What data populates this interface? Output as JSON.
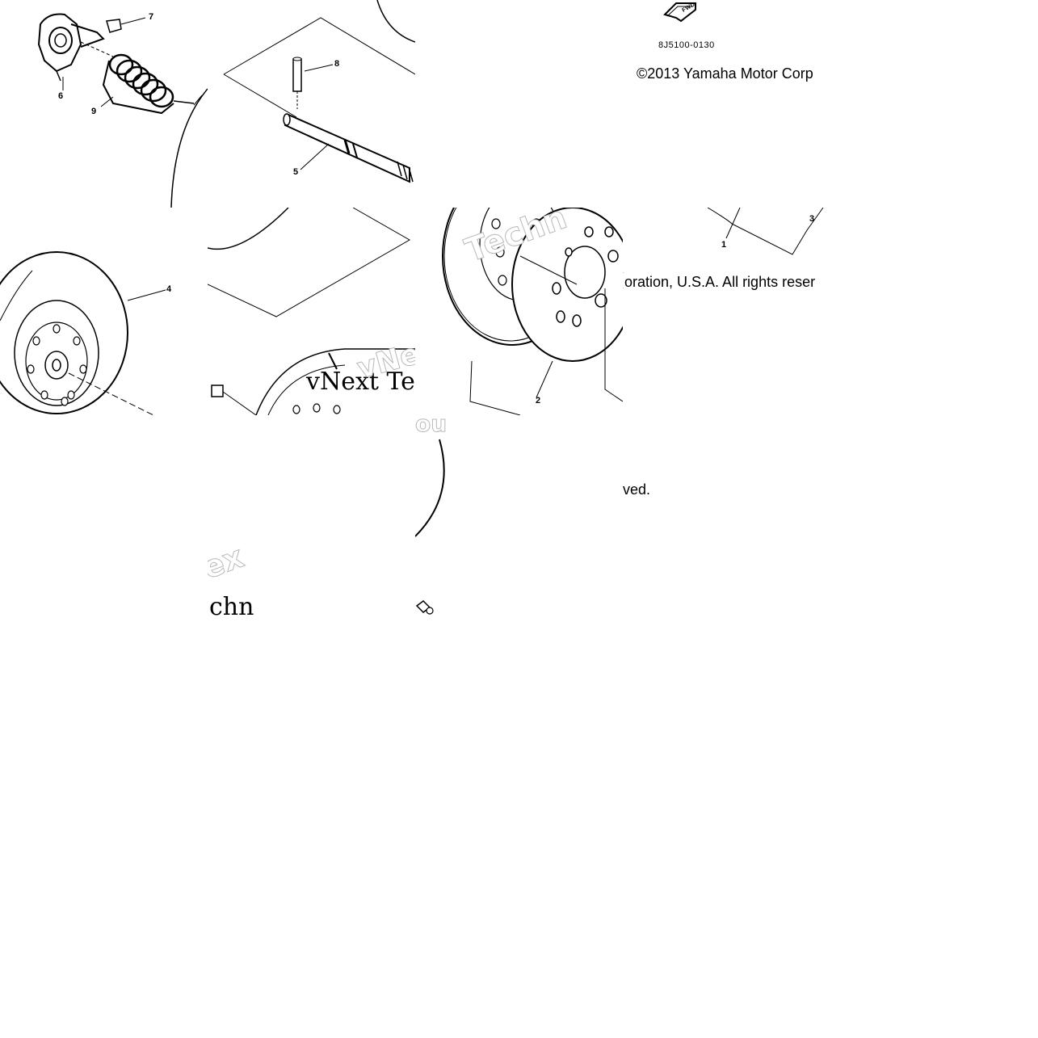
{
  "diagram": {
    "callouts": {
      "c1": "1",
      "c2": "2",
      "c3": "3",
      "c4": "4",
      "c5": "5",
      "c6": "6",
      "c7": "7",
      "c8": "8",
      "c9": "9"
    },
    "part_code": "8J5100-0130",
    "fwd_label": "FWD",
    "copyright": {
      "line1": "©2013 Yamaha Motor Corp",
      "line2": "oration, U.S.A. All rights reser",
      "line3": "ved."
    },
    "watermark_fragments": {
      "a": "vNext Te",
      "b": "chn",
      "c": "ex",
      "d": "Techn",
      "e": "vNe",
      "f": "ou"
    }
  }
}
